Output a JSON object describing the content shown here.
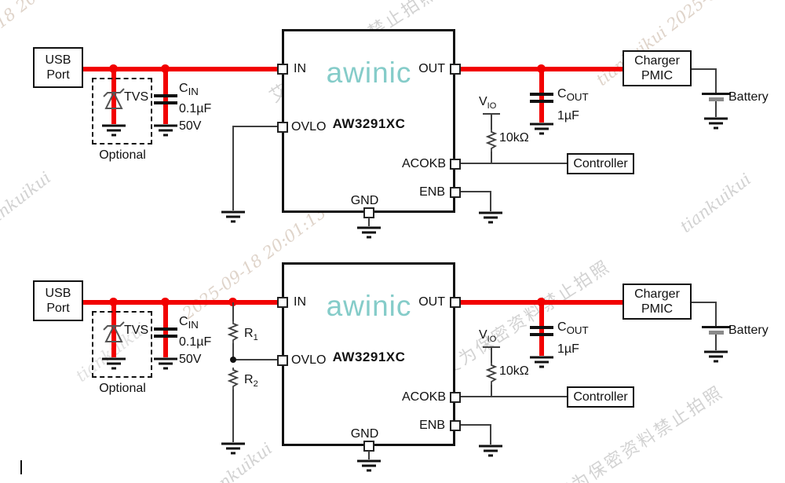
{
  "watermarks": {
    "user": "tiankuikui",
    "user_date": "tiankuikui   2025-09-18   20:01:13",
    "date_time": "2025-09-18   20:01:13",
    "cn": "艾为保密资料禁止拍照"
  },
  "circuits": [
    {
      "usb_line1": "USB",
      "usb_line2": "Port",
      "tvs_label": "TVS",
      "optional_label": "Optional",
      "cin_base": "C",
      "cin_sub": "IN",
      "cin_value": "0.1µF",
      "cin_voltage": "50V",
      "chip_logo": "awinic",
      "chip_part": "AW3291XC",
      "pin_in": "IN",
      "pin_ovlo": "OVLO",
      "pin_out": "OUT",
      "pin_acokb": "ACOKB",
      "pin_enb": "ENB",
      "pin_gnd": "GND",
      "cout_base": "C",
      "cout_sub": "OUT",
      "cout_value": "1µF",
      "vio_base": "V",
      "vio_sub": "IO",
      "pullup_value": "10kΩ",
      "charger_line1": "Charger",
      "charger_line2": "PMIC",
      "controller_label": "Controller",
      "battery_label": "Battery"
    },
    {
      "usb_line1": "USB",
      "usb_line2": "Port",
      "tvs_label": "TVS",
      "optional_label": "Optional",
      "cin_base": "C",
      "cin_sub": "IN",
      "cin_value": "0.1µF",
      "cin_voltage": "50V",
      "r1_base": "R",
      "r1_sub": "1",
      "r2_base": "R",
      "r2_sub": "2",
      "chip_logo": "awinic",
      "chip_part": "AW3291XC",
      "pin_in": "IN",
      "pin_ovlo": "OVLO",
      "pin_out": "OUT",
      "pin_acokb": "ACOKB",
      "pin_enb": "ENB",
      "pin_gnd": "GND",
      "cout_base": "C",
      "cout_sub": "OUT",
      "cout_value": "1µF",
      "vio_base": "V",
      "vio_sub": "IO",
      "pullup_value": "10kΩ",
      "charger_line1": "Charger",
      "charger_line2": "PMIC",
      "controller_label": "Controller",
      "battery_label": "Battery"
    }
  ],
  "colors": {
    "power_wire": "#f20000",
    "signal_wire": "#3f3f3f",
    "logo_teal": "#85ccc9",
    "watermark_gray": "#c7c7c7"
  }
}
